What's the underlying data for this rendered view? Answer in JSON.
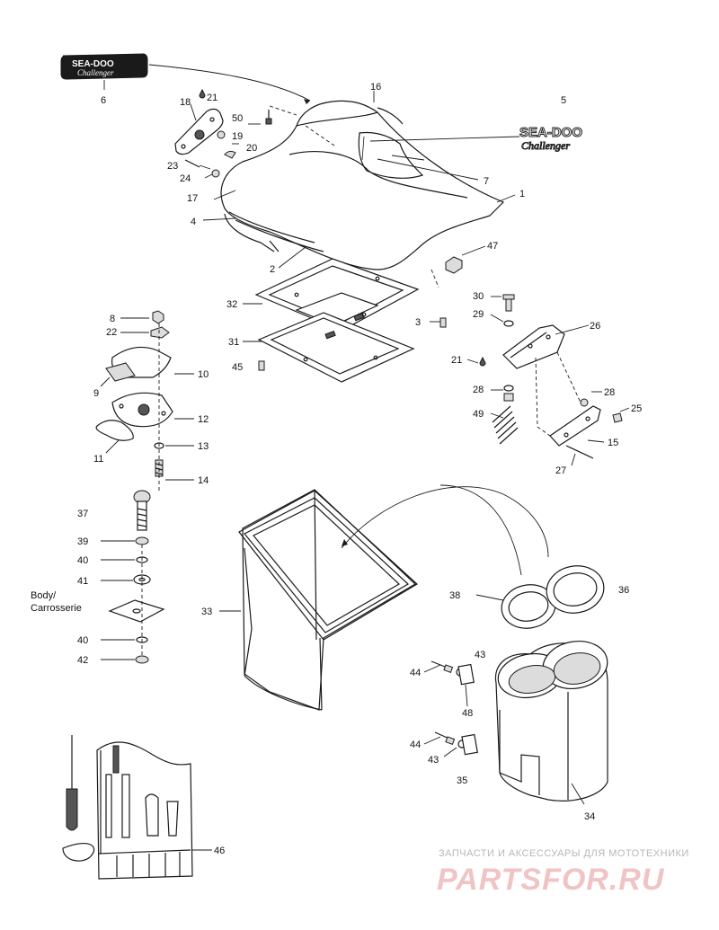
{
  "diagram": {
    "part_numbers": [
      "1",
      "2",
      "3",
      "4",
      "5",
      "6",
      "7",
      "8",
      "9",
      "10",
      "11",
      "12",
      "13",
      "14",
      "15",
      "16",
      "17",
      "18",
      "19",
      "20",
      "21",
      "21",
      "22",
      "23",
      "24",
      "25",
      "26",
      "27",
      "28",
      "28",
      "29",
      "30",
      "31",
      "32",
      "33",
      "34",
      "35",
      "36",
      "37",
      "38",
      "39",
      "40",
      "40",
      "41",
      "42",
      "43",
      "43",
      "44",
      "44",
      "45",
      "46",
      "47",
      "48",
      "49",
      "50"
    ],
    "body_label_line1": "Body/",
    "body_label_line2": "Carrosserie",
    "logo_decal_text": "SEA-DOO",
    "logo_decal_script": "Challenger"
  },
  "watermark": {
    "line1": "ЗАПЧАСТИ И АКСЕССУАРЫ ДЛЯ МОТОТЕХНИКИ",
    "line2": "PARTSFOR.RU",
    "colors": {
      "line1": "#b7b7b7",
      "line2": "#f0c4c4"
    }
  }
}
